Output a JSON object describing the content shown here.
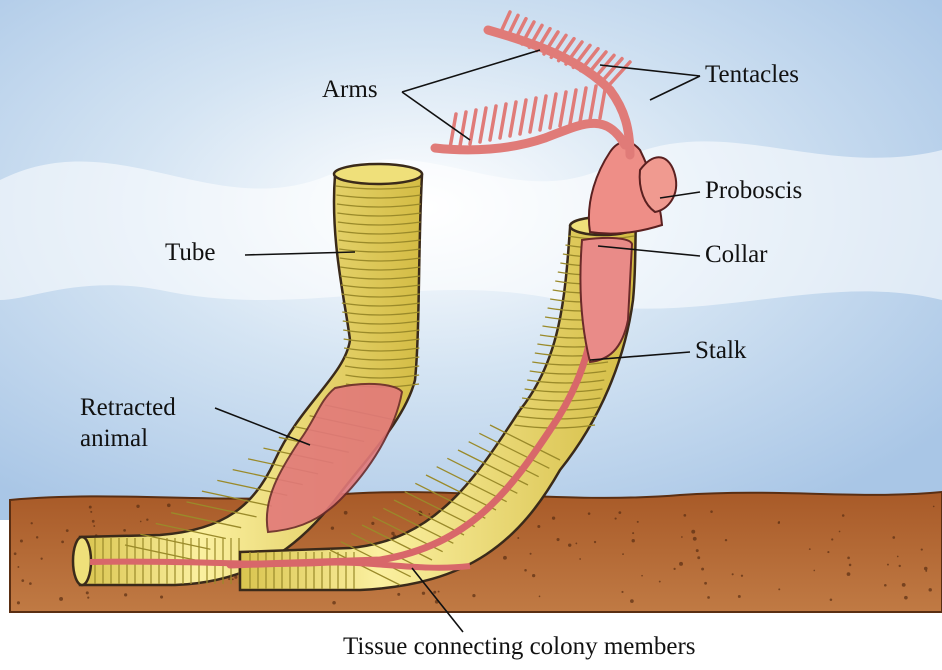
{
  "labels": {
    "arms": "Arms",
    "tentacles": "Tentacles",
    "proboscis": "Proboscis",
    "tube": "Tube",
    "collar": "Collar",
    "stalk": "Stalk",
    "retracted_line1": "Retracted",
    "retracted_line2": "animal",
    "tissue": "Tissue connecting colony members"
  },
  "colors": {
    "sky": "#b9d2ea",
    "sediment": "#b5652f",
    "sediment_dark": "#8c4a20",
    "tube": "#efe07a",
    "tube_line": "#9a8a2a",
    "animal": "#e2797a",
    "animal_light": "#f1a3a0",
    "outline": "#3a2a1a"
  }
}
